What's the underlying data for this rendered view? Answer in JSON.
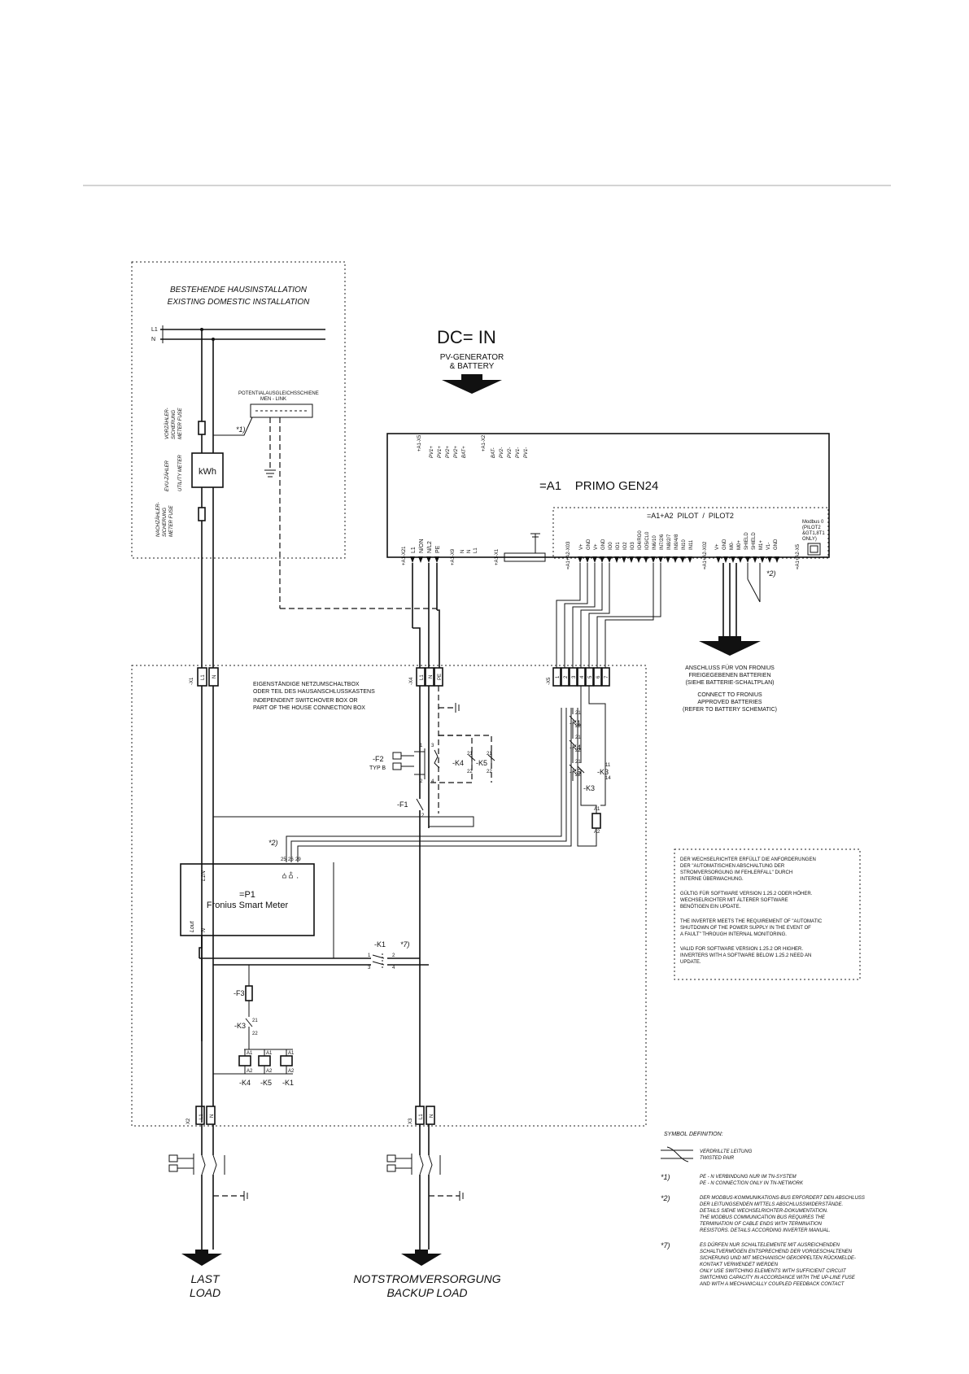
{
  "existing_installation": {
    "title_de": "BESTEHENDE HAUSINSTALLATION",
    "title_en": "EXISTING DOMESTIC INSTALLATION",
    "line_labels": [
      "L1",
      "N"
    ],
    "link_label_de": "POTENTIALAUSGLEICHSSCHIENE",
    "link_label_en": "MEN - LINK",
    "note_ref": "*1)",
    "meter_label": "kWh",
    "pre_meter_fuse": [
      "VORZÄHLER-",
      "SICHERUNG",
      "METER FUSE"
    ],
    "utility_meter": [
      "EVU-ZÄHLER",
      "UTILITY METER"
    ],
    "post_meter_fuse": [
      "NACHZÄHLER-",
      "SICHERUNG",
      "METER FUSE"
    ]
  },
  "dc_input": {
    "title": "DC= IN",
    "subtitle_1": "PV-GENERATOR",
    "subtitle_2": "& BATTERY"
  },
  "inverter": {
    "title": "=A1    PRIMO GEN24",
    "dc_terminals_1": [
      "PV1+",
      "PV1+",
      "PV2+",
      "PV2+",
      "BAT+"
    ],
    "dc_terminals_2": [
      "BAT-",
      "PV2-",
      "PV2-",
      "PV1-",
      "PV1-"
    ],
    "dc_conn_1": "+A1-X5",
    "dc_conn_2": "+A1-X2",
    "ac_conn": "+A1-X21",
    "ac_terminals": [
      "L1",
      "N/ON",
      "N/L2",
      "PE"
    ],
    "x9_conn": "+A1-X9",
    "x9_terminals": [
      "N",
      "N",
      "L1"
    ],
    "x1_conn": "+A1-X1"
  },
  "pilot": {
    "title": "=A1+A2  PILOT  /  PILOT2",
    "x3_conn": "=A1+A2-X03",
    "x3_terminals": [
      "V+",
      "GND",
      "V+",
      "GND",
      "IO0",
      "IO1",
      "IO2",
      "IO3",
      "IO4/RG0",
      "IO5/CL0",
      "IN6/10",
      "IN7/2/6",
      "IN8/2/7",
      "IN9/4/8",
      "IN10",
      "IN11"
    ],
    "x2_conn": "=A1+A2-X02",
    "x2_terminals": [
      "V+",
      "GND",
      "M0-",
      "M0+",
      "SHIELD",
      "SHIELD",
      "M1+",
      "V1-",
      "GND"
    ],
    "x5_conn": "=A1+A2-X5",
    "modbus_note": [
      "Modbus 0",
      "(PILOT2",
      "&GT1,8T1",
      "ONLY)"
    ],
    "note_ref": "*2)"
  },
  "battery_connection": {
    "de_1": "ANSCHLUSS FÜR VON FRONIUS",
    "de_2": "FREIGEGEBENEN BATTERIEN",
    "de_3": "(SIEHE BATTERIE-SCHALTPLAN)",
    "en_1": "CONNECT TO FRONIUS",
    "en_2": "APPROVED BATTERIES",
    "en_3": "(REFER TO BATTERY SCHEMATIC)"
  },
  "switchover_box": {
    "de_1": "EIGENSTÄNDIGE NETZUMSCHALTBOX",
    "de_2": "ODER TEIL DES HAUSANSCHLUSSKASTENS",
    "en_1": "INDEPENDENT SWITCHOVER BOX OR",
    "en_2": "PART OF THE HOUSE CONNECTION BOX",
    "x1_conn": "-X1",
    "x4_conn": "-X4",
    "x5_conn": "-X5",
    "x2_conn": "X2",
    "x3_conn": "X3",
    "terminal_labels": [
      "L1",
      "N",
      "PE"
    ],
    "f2_label": "-F2",
    "f2_type": "TYP B",
    "f1_label": "-F1",
    "f3_label": "-F3",
    "k1_label": "-K1",
    "k3_label": "-K3",
    "k4_label": "-K4",
    "k5_label": "-K5",
    "k1_note": "*7)",
    "k2_note": "*2)",
    "coil_a1": "A1",
    "coil_a2": "A2",
    "contact_nc": [
      "21",
      "22"
    ],
    "contact_no": [
      "11",
      "14"
    ]
  },
  "smart_meter": {
    "title": "=P1",
    "subtitle": "Fronius Smart Meter",
    "in_labels": [
      "L1N"
    ],
    "out_labels": [
      "Lout",
      "N"
    ],
    "bus_labels": [
      "D-",
      "D+",
      "-"
    ],
    "pin_labels": [
      "25",
      "26",
      "29"
    ]
  },
  "inverter_note": {
    "de": [
      "DER WECHSELRICHTER ERFÜLLT DIE ANFORDERUNGEN",
      "DER \"AUTOMATISCHEN ABSCHALTUNG DER",
      "STROMVERSORGUNG IM FEHLERFALL\" DURCH",
      "INTERNE ÜBERWACHUNG."
    ],
    "de_2": [
      "GÜLTIG FÜR SOFTWARE VERSION 1.25.2 ODER HÖHER.",
      "WECHSELRICHTER MIT ÄLTERER SOFTWARE",
      "BENÖTIGEN EIN UPDATE."
    ],
    "en": [
      "THE INVERTER MEETS THE REQUIREMENT OF \"AUTOMATIC",
      "SHUTDOWN OF THE POWER SUPPLY IN THE EVENT OF",
      "A FAULT\" THROUGH INTERNAL MONITORING."
    ],
    "en_2": [
      "VALID FOR SOFTWARE VERSION 1.25.2 OR HIGHER.",
      "INVERTERS WITH A SOFTWARE BELOW 1.25.2 NEED AN",
      "UPDATE."
    ]
  },
  "outputs": {
    "load_de": "LAST",
    "load_en": "LOAD",
    "backup_de": "NOTSTROMVERSORGUNG",
    "backup_en": "BACKUP LOAD"
  },
  "symbol_definition": {
    "title": "SYMBOL DEFINITION:",
    "twisted_de": "VERDRILLTE LEITUNG",
    "twisted_en": "TWISTED PAIR",
    "notes": [
      {
        "ref": "*1)",
        "lines": [
          "PE - N VERBINDUNG NUR IM TN-SYSTEM",
          "PE - N CONNECTION ONLY IN TN-NETWORK"
        ]
      },
      {
        "ref": "*2)",
        "lines": [
          "DER MODBUS-KOMMUNIKATIONS-BUS ERFORDERT DEN ABSCHLUSS",
          "DER LEITUNGSENDEN MITTELS ABSCHLUSSWIDERSTÄNDE.",
          "DETAILS SIEHE WECHSELRICHTER-DOKUMENTATION.",
          "THE MODBUS COMMUNICATION BUS REQUIRES THE",
          "TERMINATION OF CABLE ENDS WITH TERMINATION",
          "RESISTORS. DETAILS ACCORDING INVERTER MANUAL."
        ]
      },
      {
        "ref": "*7)",
        "lines": [
          "ES DÜRFEN NUR SCHALTELEMENTE MIT AUSREICHENDEN",
          "SCHALTVERMÖGEN ENTSPRECHEND DER VORGESCHALTENEN",
          "SICHERUNG UND MIT MECHANISCH GEKOPPELTEN RÜCKMELDE-",
          "KONTAKT VERWENDET WERDEN",
          "ONLY USE SWITCHING ELEMENTS WITH SUFFICIENT CIRCUIT",
          "SWITCHING CAPACITY IN ACCORDANCE WITH THE UP-LINE FUSE",
          "AND WITH A MECHANICALLY COUPLED FEEDBACK CONTACT"
        ]
      }
    ]
  }
}
